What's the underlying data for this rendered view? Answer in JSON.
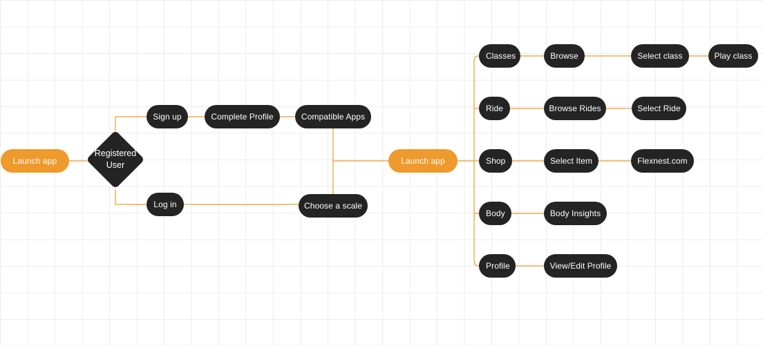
{
  "colors": {
    "accent": "#ee9a2c",
    "node_dark": "#242424",
    "connector": "#ee9a2c",
    "grid": "#ececec"
  },
  "nodes": {
    "launch_app_1": "Launch app",
    "registered_user": "Registered\nUser",
    "sign_up": "Sign up",
    "log_in": "Log in",
    "complete_profile": "Complete Profile",
    "compatible_apps": "Compatible Apps",
    "choose_scale": "Choose a scale",
    "launch_app_2": "Launch app",
    "classes": "Classes",
    "browse": "Browse",
    "select_class": "Select class",
    "play_class": "Play class",
    "ride": "Ride",
    "browse_rides": "Browse Rides",
    "select_ride": "Select Ride",
    "shop": "Shop",
    "select_item": "Select Item",
    "flexnest": "Flexnest.com",
    "body": "Body",
    "body_insights": "Body Insights",
    "profile": "Profile",
    "view_edit_profile": "View/Edit Profile"
  }
}
